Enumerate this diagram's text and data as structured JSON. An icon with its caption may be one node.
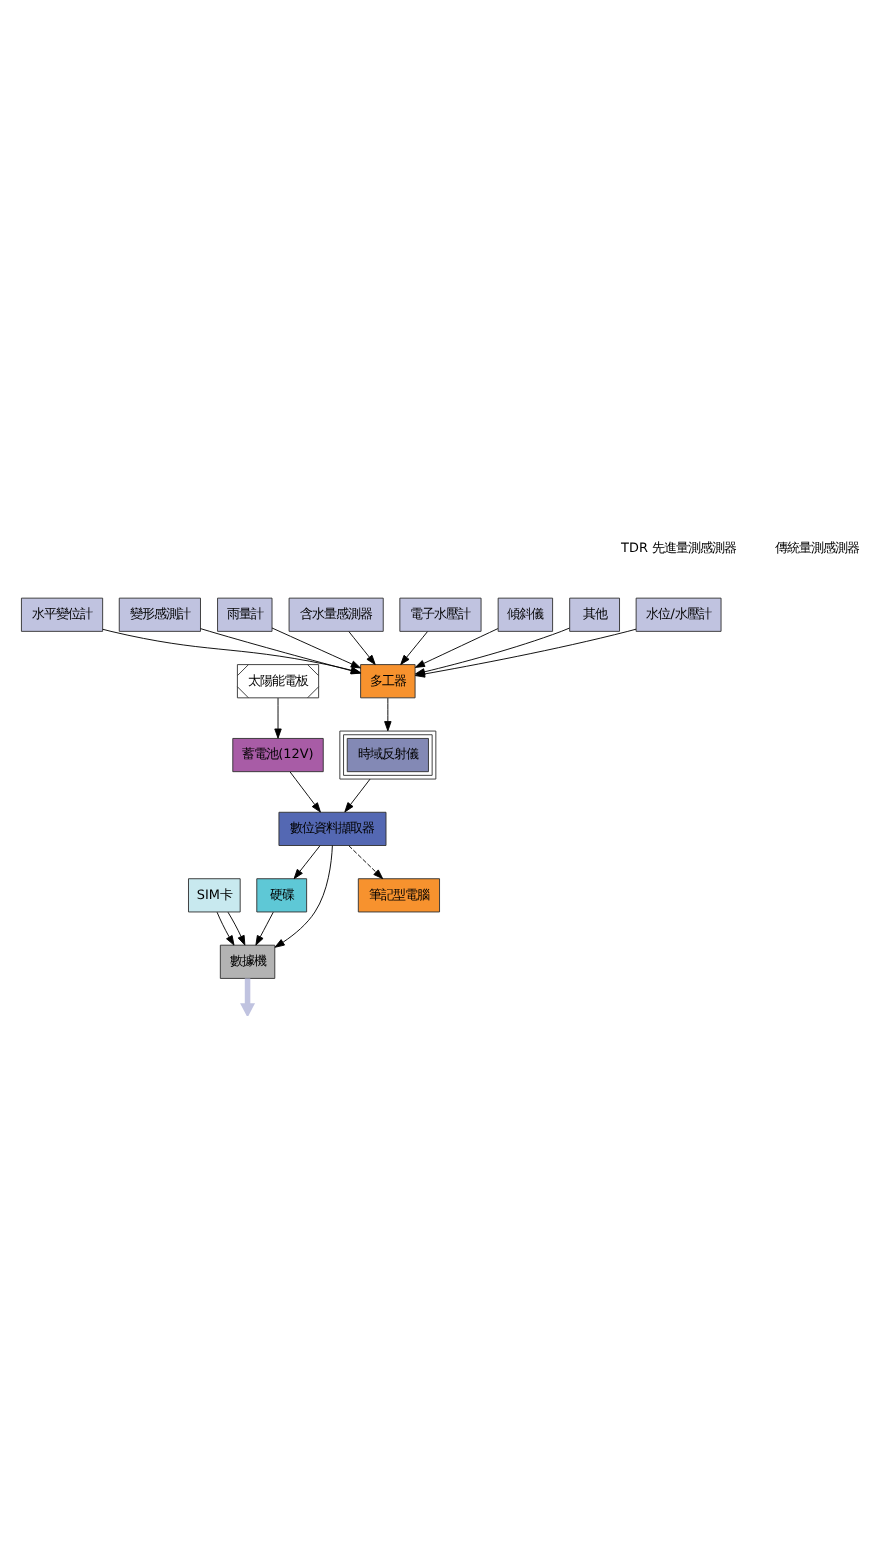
{
  "diagram": {
    "nodes": [
      {
        "text": [
          "水位/水壓計"
        ]
      },
      {
        "text": [
          "水平變位計"
        ]
      },
      {
        "text": [
          "變形感測計"
        ]
      },
      {
        "text": [
          "雨量計"
        ]
      },
      {
        "text": [
          "含水量感測器"
        ]
      },
      {
        "text": [
          "電子水壓計"
        ]
      },
      {
        "text": [
          "傾斜儀"
        ]
      },
      {
        "text": [
          "其他"
        ]
      },
      {
        "text": [
          "多工器"
        ]
      },
      {
        "text": [
          "時域反射儀"
        ]
      },
      {
        "text": [
          "數位資料擷取器"
        ]
      },
      {
        "text": [
          "蓄電池(12V)"
        ]
      },
      {
        "text": [
          "太陽能電板"
        ]
      },
      {
        "text": [
          "硬碟"
        ]
      },
      {
        "text": [
          "數據機"
        ]
      },
      {
        "text": [
          "SIM卡"
        ]
      },
      {
        "text": [
          "筆記型電腦"
        ]
      }
    ],
    "edges": [
      {
        "from": 0,
        "to": 8,
        "arrow": "to"
      },
      {
        "from": 1,
        "to": 8,
        "arrow": "to"
      },
      {
        "from": 2,
        "to": 8,
        "arrow": "to"
      },
      {
        "from": 3,
        "to": 8,
        "arrow": "to"
      },
      {
        "from": 4,
        "to": 8,
        "arrow": "to"
      },
      {
        "from": 5,
        "to": 8,
        "arrow": "to"
      },
      {
        "from": 6,
        "to": 8,
        "arrow": "to"
      },
      {
        "from": 7,
        "to": 8,
        "arrow": "to"
      },
      {
        "from": 8,
        "to": 9,
        "arrow": "to"
      },
      {
        "from": 9,
        "to": 10,
        "arrow": "to"
      },
      {
        "from": 11,
        "to": 10,
        "arrow": "to"
      },
      {
        "from": 12,
        "to": 11,
        "arrow": "to"
      },
      {
        "from": 10,
        "to": 13,
        "arrow": "to"
      },
      {
        "from": 10,
        "to": 14,
        "arrow": "to"
      },
      {
        "from": 13,
        "to": 14,
        "arrow": "to"
      },
      {
        "from": 10,
        "to": 16,
        "arrow": "to",
        "style": "dashed"
      },
      {
        "from": 15,
        "to": 14,
        "arrow": "to"
      },
      {
        "from": 15,
        "to": 14,
        "arrow": "to"
      },
      {
        "from": 14,
        "to": null,
        "arrow": "to",
        "style": "thick",
        "color": "#c0c3e0"
      }
    ],
    "labels": [
      "TDR 先進量測感測器",
      "傳統量測感測器"
    ]
  }
}
